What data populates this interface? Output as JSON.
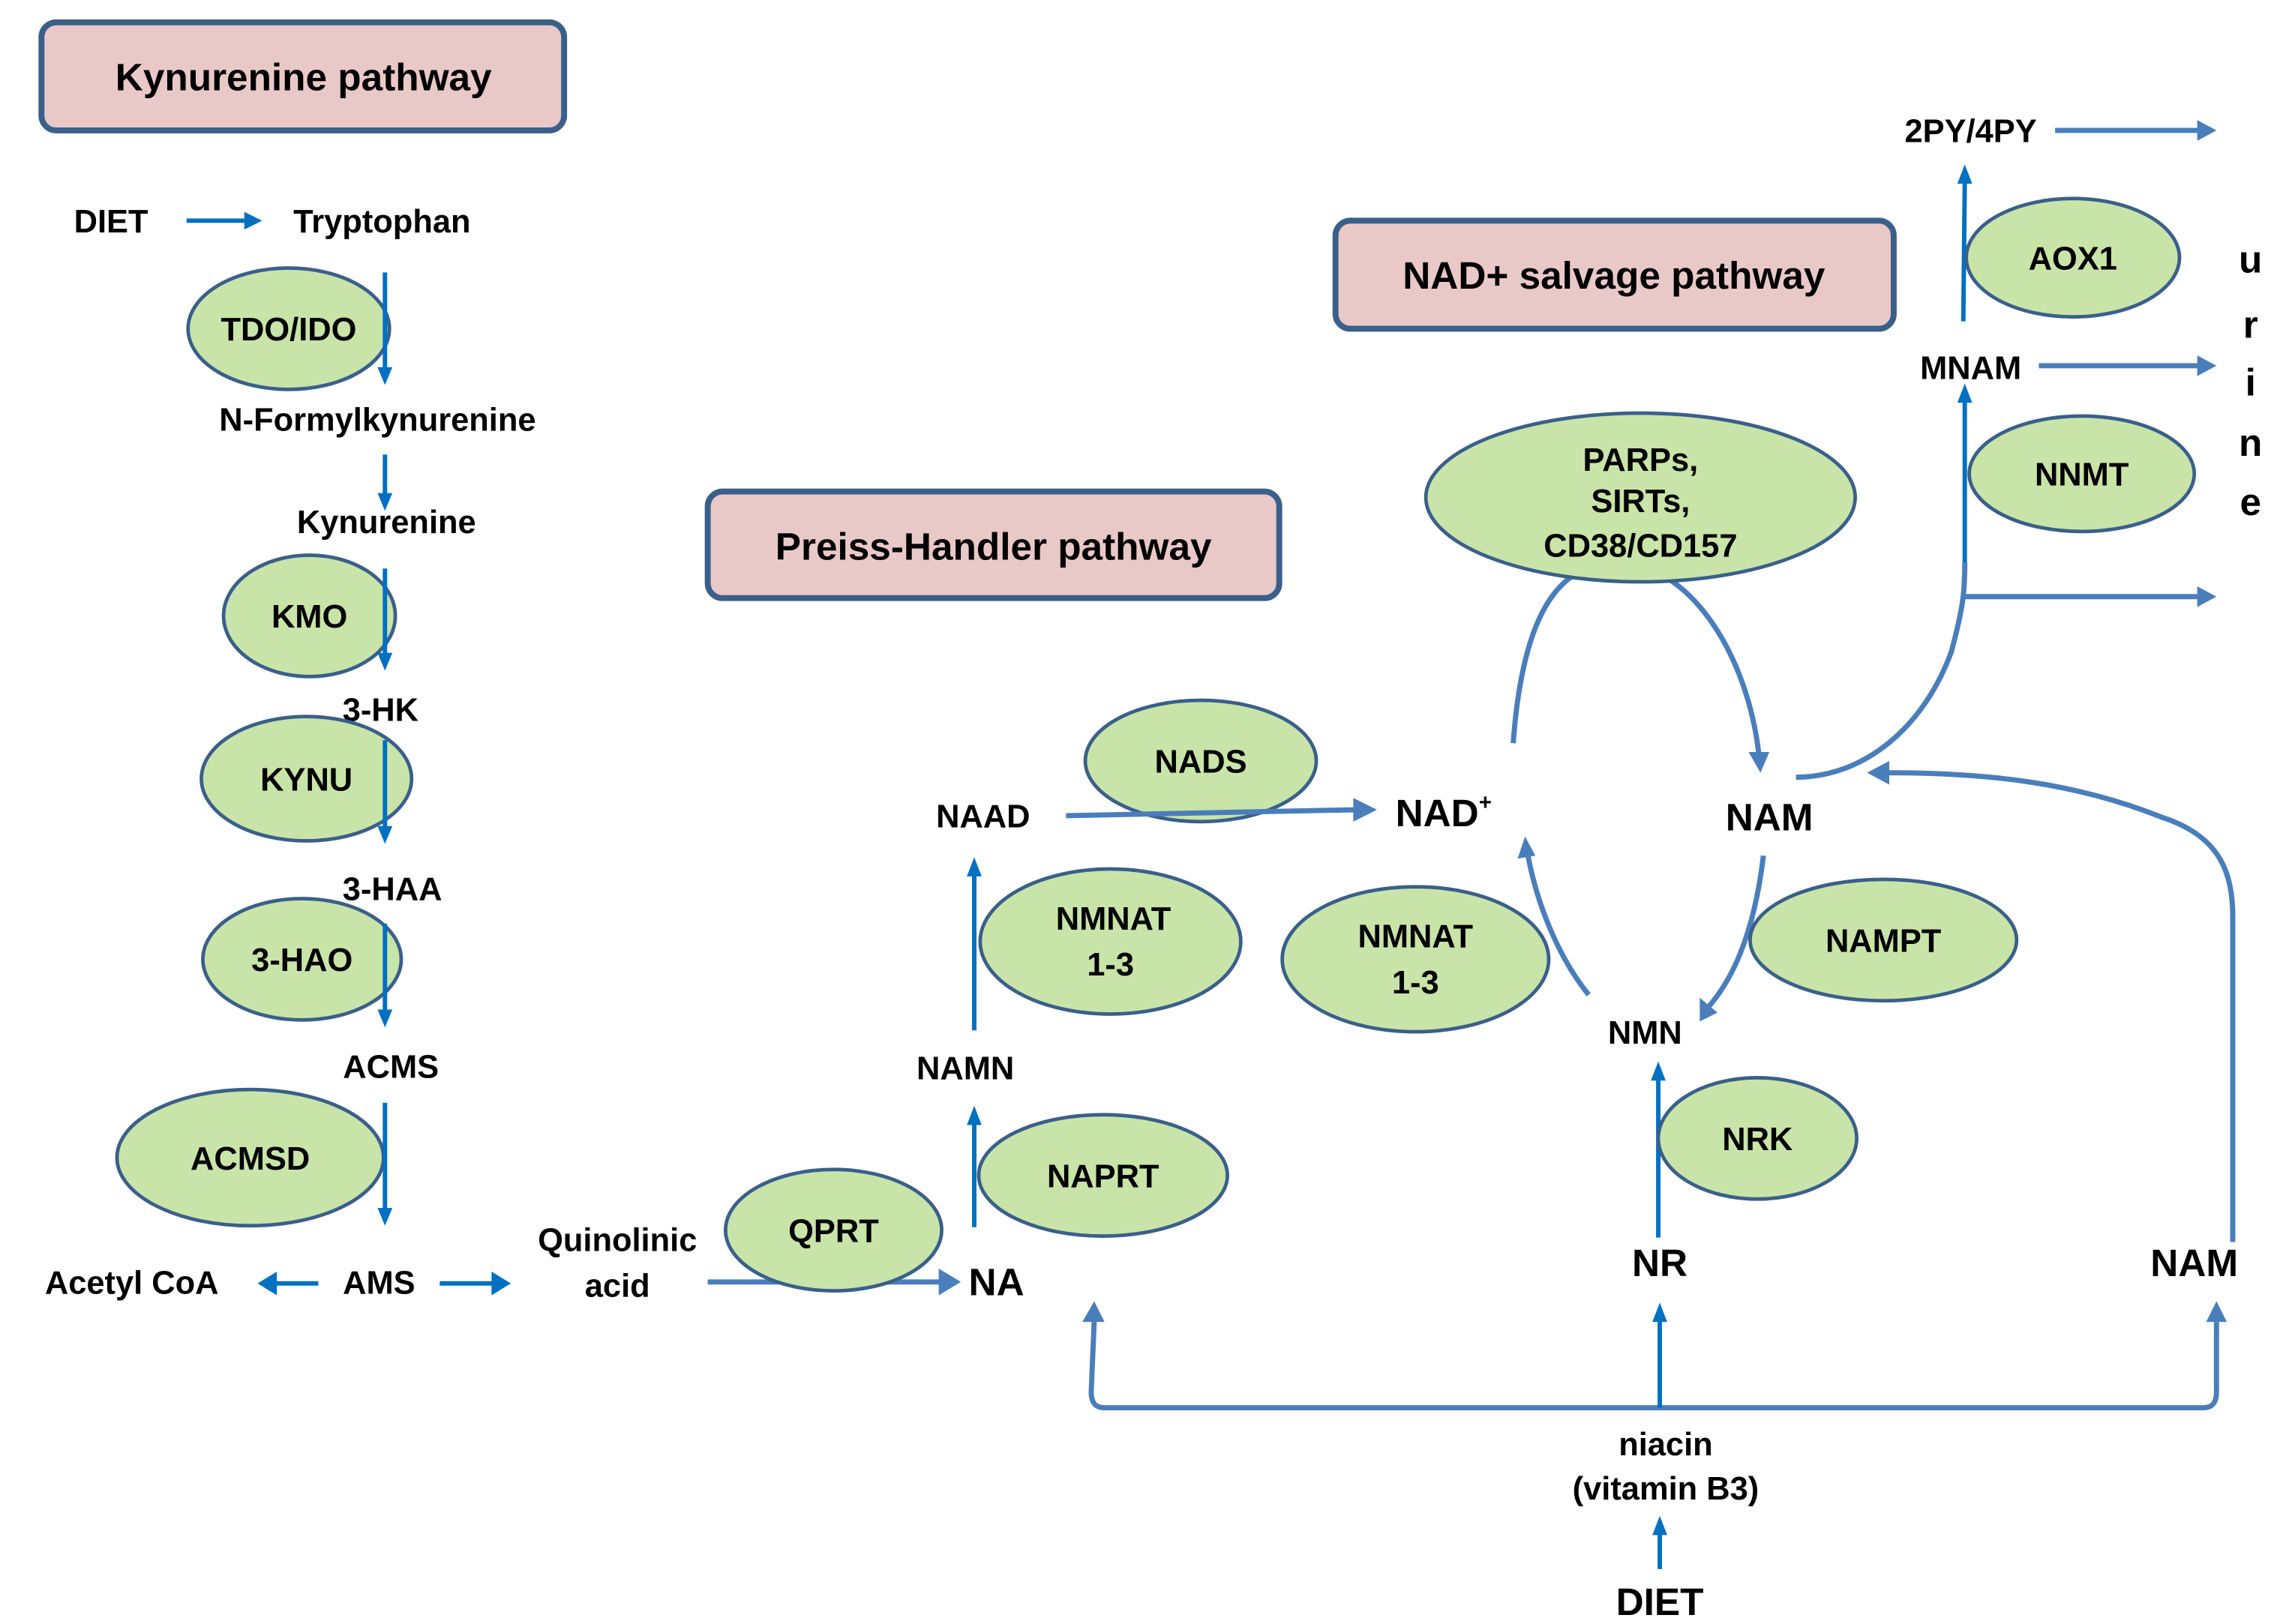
{
  "colors": {
    "header_fill": "#E9C9C8",
    "header_border": "#3A5F8A",
    "enzyme_fill": "#C8E4A8",
    "enzyme_border": "#3A5F8A",
    "arrow_primary": "#0070C0",
    "arrow_secondary": "#4A7EBB",
    "text": "#000000"
  },
  "headers": {
    "kynurenine": "Kynurenine pathway",
    "preiss_handler": "Preiss-Handler pathway",
    "salvage": "NAD+ salvage pathway"
  },
  "kynurenine_pathway": {
    "diet": "DIET",
    "tryptophan": "Tryptophan",
    "n_formylkynurenine": "N-Formylkynurenine",
    "kynurenine": "Kynurenine",
    "three_hk": "3-HK",
    "three_haa": "3-HAA",
    "acms": "ACMS",
    "ams": "AMS",
    "acetyl_coa": "Acetyl CoA",
    "quinolinic_acid": [
      "Quinolinic",
      "acid"
    ],
    "enzymes": {
      "tdo_ido": "TDO/IDO",
      "kmo": "KMO",
      "kynu": "KYNU",
      "three_hao": "3-HAO",
      "acmsd": "ACMSD",
      "qprt": "QPRT"
    }
  },
  "preiss_handler_pathway": {
    "na": "NA",
    "namn": "NAMN",
    "naad": "NAAD",
    "enzymes": {
      "naprt": "NAPRT",
      "nmnat": [
        "NMNAT",
        "1-3"
      ],
      "nads": "NADS"
    }
  },
  "salvage_pathway": {
    "nad_plus": "NAD",
    "nad_plus_sup": "+",
    "nam_center": "NAM",
    "nmn": "NMN",
    "nr": "NR",
    "nam_right": "NAM",
    "mnam": "MNAM",
    "py": "2PY/4PY",
    "urine_letters": [
      "u",
      "r",
      "i",
      "n",
      "e"
    ],
    "enzymes": {
      "consumers": [
        "PARPs,",
        "SIRTs,",
        "CD38/CD157"
      ],
      "nmnat": [
        "NMNAT",
        "1-3"
      ],
      "nampt": "NAMPT",
      "nrk": "NRK",
      "nnmt": "NNMT",
      "aox1": "AOX1"
    }
  },
  "dietary_source": {
    "niacin": [
      "niacin",
      "(vitamin B3)"
    ],
    "diet": "DIET"
  }
}
